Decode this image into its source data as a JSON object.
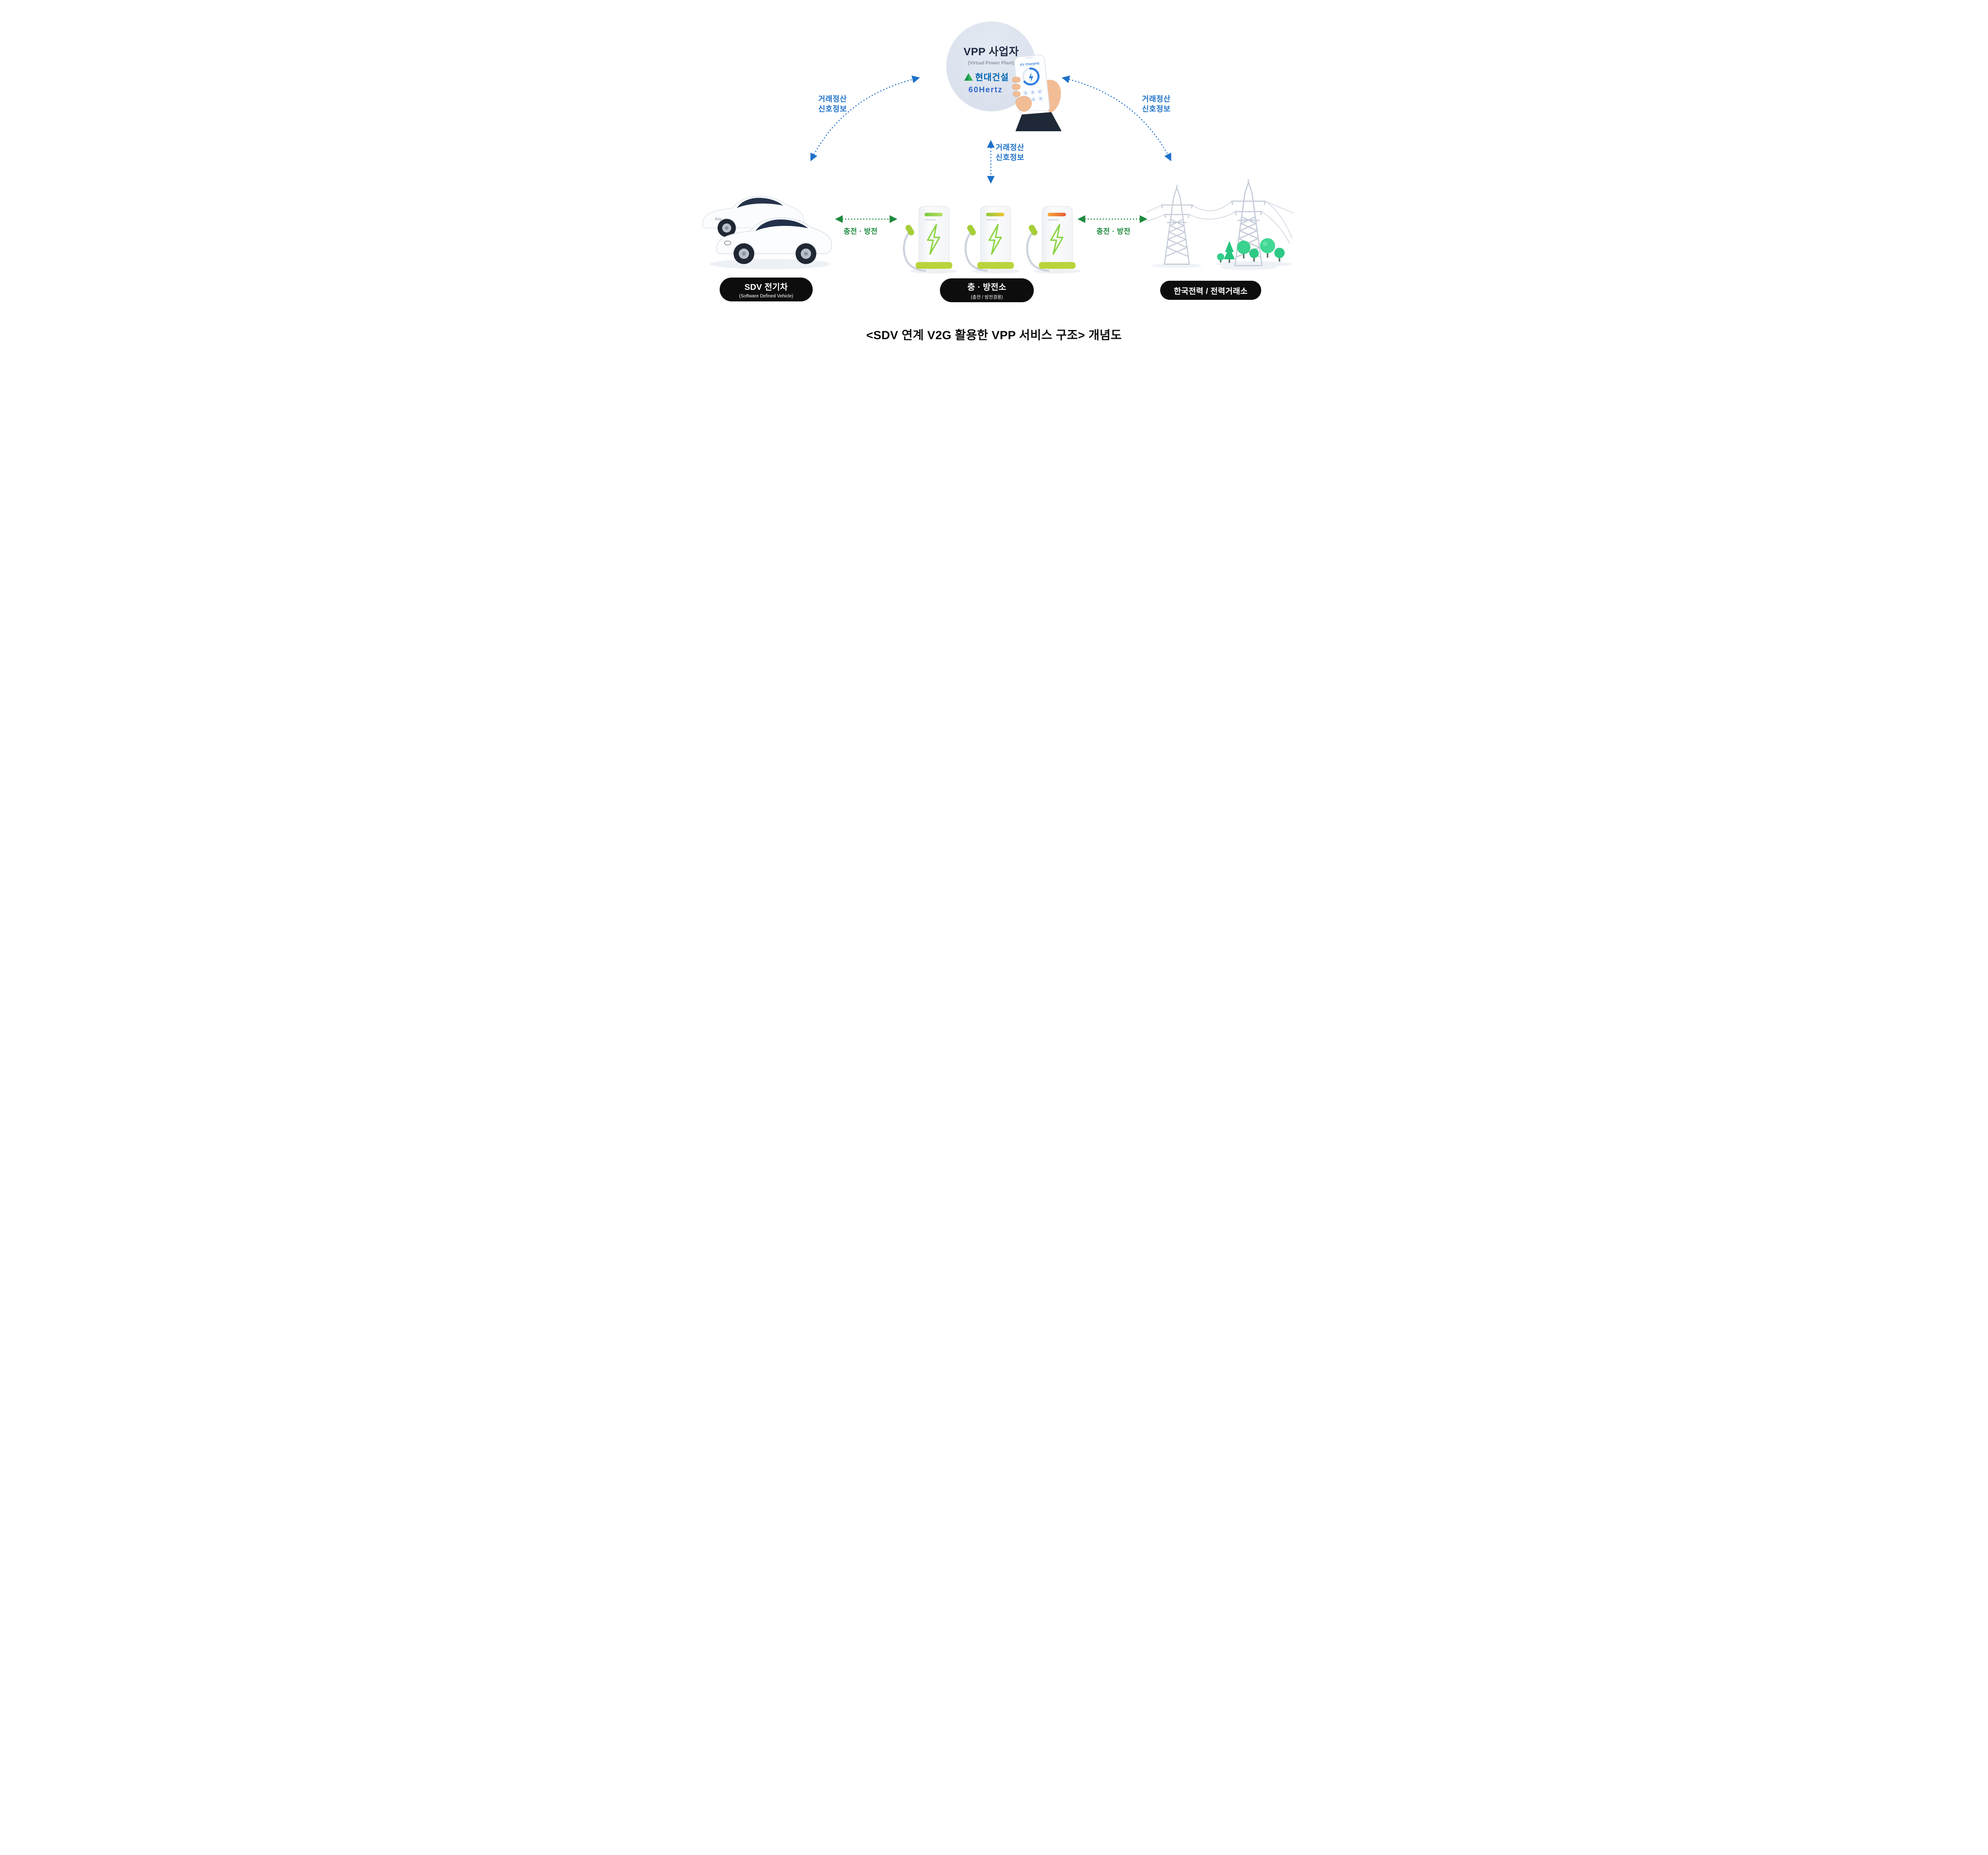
{
  "diagram": {
    "vpp": {
      "title": "VPP 사업자",
      "subtitle": "(Virtual Power Plant)",
      "hdec_logo": "현대건설",
      "hertz_logo": "60Hertz",
      "phone_app_title": "EV Charging"
    },
    "signal_labels": {
      "left": {
        "line1": "거래정산",
        "line2": "신호정보"
      },
      "center": {
        "line1": "거래정산",
        "line2": "신호정보"
      },
      "right": {
        "line1": "거래정산",
        "line2": "신호정보"
      }
    },
    "flow_labels": {
      "left": "충전 · 방전",
      "right": "충전 · 방전"
    },
    "nodes": {
      "sdv": {
        "title": "SDV 전기차",
        "subtitle": "(Software Defined Vehicle)"
      },
      "station": {
        "title": "충 · 방전소",
        "subtitle": "(충전 / 방전겸용)"
      },
      "grid": {
        "title": "한국전력 / 전력거래소"
      }
    },
    "car_badge_kia": "Kia",
    "caption": "<SDV 연계 V2G 활용한 VPP 서비스 구조> 개념도",
    "colors": {
      "signal_blue": "#1e71c8",
      "flow_green": "#1d8a3e",
      "node_label_bg": "#0d0d0d",
      "vpp_circle": "#dce3ee",
      "hdec_blue": "#0065b3",
      "hdec_green": "#2fb457",
      "bolt_green": "#8bd544",
      "station_base": "#b9d43b"
    }
  }
}
